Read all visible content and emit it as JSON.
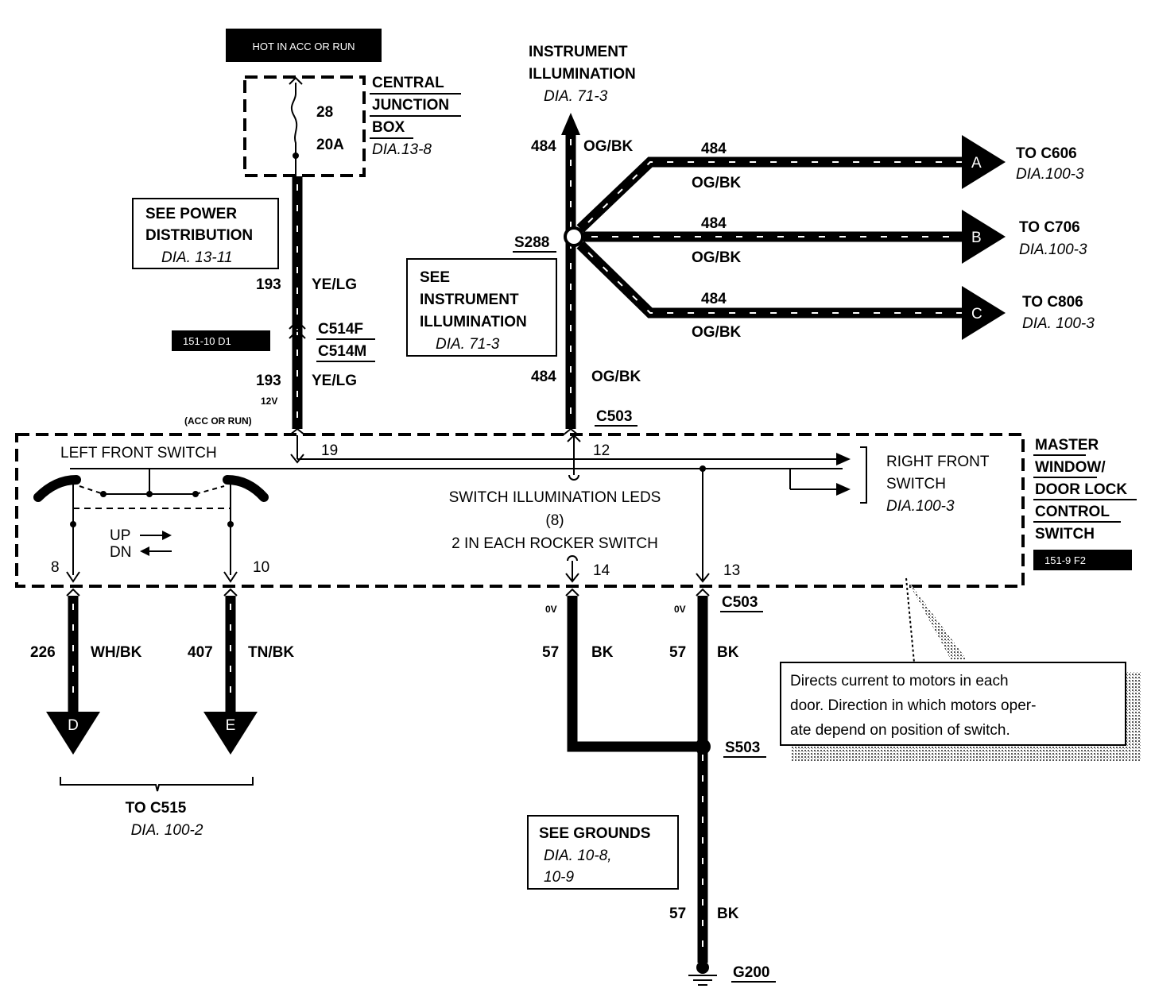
{
  "top_labels": {
    "hot_label": "HOT IN ACC OR RUN",
    "cjb_line1": "CENTRAL",
    "cjb_line2": "JUNCTION",
    "cjb_line3": "BOX",
    "cjb_ref": "DIA.13-8",
    "fuse_number": "28",
    "fuse_rating": "20A"
  },
  "power_distribution": {
    "line1": "SEE POWER",
    "line2": "DISTRIBUTION",
    "ref": "DIA. 13-11"
  },
  "feed_wire": {
    "circuit": "193",
    "color": "YE/LG",
    "connector_f": "C514F",
    "connector_m": "C514M",
    "voltage": "12V",
    "condition": "(ACC OR RUN)",
    "grid_ref": "151-10 D1"
  },
  "illumination": {
    "title1": "INSTRUMENT",
    "title2": "ILLUMINATION",
    "ref": "DIA. 71-3",
    "circuit": "484",
    "color": "OG/BK",
    "splice": "S288",
    "see1": "SEE",
    "see2": "INSTRUMENT",
    "see3": "ILLUMINATION",
    "see_ref": "DIA. 71-3",
    "connector": "C503"
  },
  "branches": [
    {
      "letter": "A",
      "circuit": "484",
      "color": "OG/BK",
      "dest": "TO C606",
      "ref": "DIA.100-3"
    },
    {
      "letter": "B",
      "circuit": "484",
      "color": "OG/BK",
      "dest": "TO C706",
      "ref": "DIA.100-3"
    },
    {
      "letter": "C",
      "circuit": "484",
      "color": "OG/BK",
      "dest": "TO C806",
      "ref": "DIA. 100-3"
    }
  ],
  "master_switch": {
    "title1": "MASTER",
    "title2": "WINDOW/",
    "title3": "DOOR LOCK",
    "title4": "CONTROL",
    "title5": "SWITCH",
    "grid_ref": "151-9 F2",
    "left_switch": "LEFT FRONT SWITCH",
    "right_switch1": "RIGHT FRONT",
    "right_switch2": "SWITCH",
    "right_ref": "DIA.100-3",
    "leds1": "SWITCH ILLUMINATION LEDS",
    "leds2": "(8)",
    "leds3": "2 IN EACH ROCKER SWITCH",
    "up": "UP",
    "dn": "DN",
    "pin19": "19",
    "pin12": "12",
    "pin8": "8",
    "pin10": "10",
    "pin14": "14",
    "pin13": "13"
  },
  "outputs": [
    {
      "letter": "D",
      "circuit": "226",
      "color": "WH/BK"
    },
    {
      "letter": "E",
      "circuit": "407",
      "color": "TN/BK"
    }
  ],
  "to_c515": {
    "label": "TO C515",
    "ref": "DIA. 100-2"
  },
  "grounds": {
    "connector": "C503",
    "zero1": "0V",
    "zero2": "0V",
    "circuit": "57",
    "color": "BK",
    "splice": "S503",
    "see1": "SEE GROUNDS",
    "see2": "DIA. 10-8,",
    "see3": "10-9",
    "ground": "G200"
  },
  "note": {
    "line1": "Directs current to motors in each",
    "line2": "door. Direction in which motors oper-",
    "line3": "ate depend on position of switch."
  }
}
